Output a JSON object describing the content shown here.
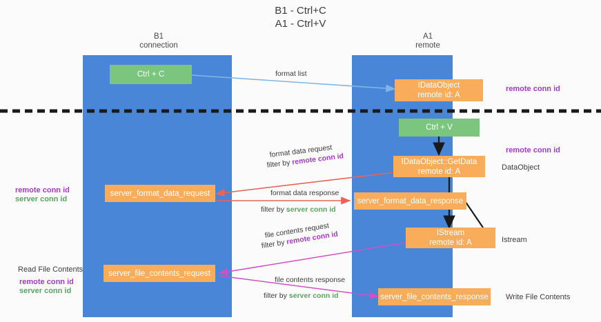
{
  "title": "B1 - Ctrl+C\nA1 - Ctrl+V",
  "columns": {
    "left": "B1\nconnection",
    "right": "A1\nremote"
  },
  "boxes": {
    "ctrl_c": "Ctrl + C",
    "ctrl_v": "Ctrl + V",
    "idataobject": "IDataObject\nremote id: A",
    "idataobject_getdata": "IDataObject::GetData\nremote id: A",
    "istream": "IStream\nremote id: A",
    "server_format_data_request": "server_format_data_request",
    "server_format_data_response": "server_format_data_response",
    "server_file_contents_request": "server_file_contents_request",
    "server_file_contents_response": "server_file_contents_response"
  },
  "edge_labels": {
    "format_list": "format list",
    "format_data_request": "format data request",
    "format_data_request_filter_prefix": "filter by ",
    "format_data_request_filter_key": "remote conn id",
    "format_data_response": "format data response",
    "format_data_response_filter_prefix": "filter by ",
    "format_data_response_filter_key": "server conn id",
    "file_contents_request": "file contents request",
    "file_contents_request_filter_prefix": "filter by ",
    "file_contents_request_filter_key": "remote conn id",
    "file_contents_response": "file contents response",
    "file_contents_response_filter_prefix": "filter by ",
    "file_contents_response_filter_key": "server conn id"
  },
  "annotations": {
    "right_remote_conn_id_top": "remote conn id",
    "right_remote_conn_id_mid": "remote conn id",
    "right_dataobject": "DataObject",
    "right_istream": "Istream",
    "right_write_file_contents": "Write File Contents",
    "left_remote_conn_id": "remote conn id",
    "left_server_conn_id": "server conn id",
    "left_read_file_contents": "Read File Contents",
    "left_bottom_remote_conn_id": "remote conn id",
    "left_bottom_server_conn_id": "server conn id"
  },
  "colors": {
    "lane": "#4a86d8",
    "green_box": "#7cc57f",
    "orange_box": "#f9ad5a",
    "purple_key": "#a23bc4",
    "green_key": "#5aa45e",
    "arrow_blue": "#7fb6e8",
    "arrow_red": "#e8645a",
    "arrow_magenta": "#d14fc4",
    "arrow_black": "#1a1a1a",
    "divider": "#1a1a1a",
    "background": "#fbfbfb"
  }
}
